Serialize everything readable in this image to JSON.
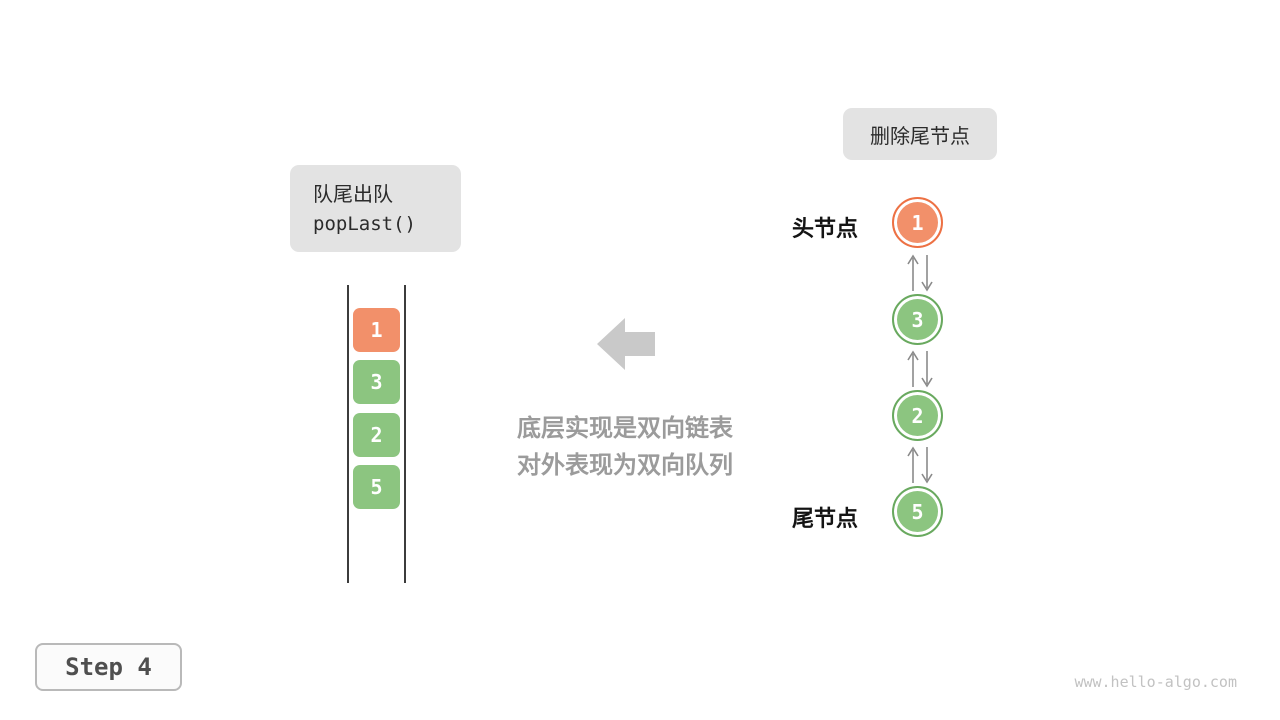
{
  "labels": {
    "delete_tail": "删除尾节点",
    "operation_title": "队尾出队",
    "operation_code": "popLast()",
    "head_node": "头节点",
    "tail_node": "尾节点",
    "description_line1": "底层实现是双向链表",
    "description_line2": "对外表现为双向队列",
    "step": "Step 4",
    "watermark": "www.hello-algo.com"
  },
  "queue": {
    "items": [
      {
        "value": "1",
        "color": "orange"
      },
      {
        "value": "3",
        "color": "green"
      },
      {
        "value": "2",
        "color": "green"
      },
      {
        "value": "5",
        "color": "green"
      }
    ]
  },
  "linked_list": {
    "nodes": [
      {
        "value": "1",
        "color": "orange",
        "role": "head"
      },
      {
        "value": "3",
        "color": "green",
        "role": ""
      },
      {
        "value": "2",
        "color": "green",
        "role": ""
      },
      {
        "value": "5",
        "color": "green",
        "role": "tail"
      }
    ]
  },
  "colors": {
    "orange_fill": "#f2906a",
    "orange_border": "#ed7144",
    "green_fill": "#8cc580",
    "green_border": "#69a95f",
    "label_bg": "#e3e3e3",
    "big_arrow_gray": "#c9c9c9",
    "link_arrow_gray": "#8a8a8a",
    "description_gray": "#9b9b9b"
  }
}
